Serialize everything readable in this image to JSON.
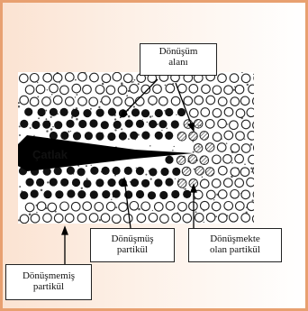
{
  "labels": {
    "transformation_zone": [
      "Dönüşüm",
      "alanı"
    ],
    "crack": "Çatlak",
    "transformed_particle": [
      "Dönüşmüş",
      "partikül"
    ],
    "transforming_particle": [
      "Dönüşmekte",
      "olan partikül"
    ],
    "untransformed_particle": [
      "Dönüşmemiş",
      "partikül"
    ]
  },
  "icons": [
    "open-circle-particle",
    "black-dot-particle",
    "hatched-particle",
    "crack-wedge"
  ],
  "colors": {
    "frame_border": "#e8a070",
    "frame_tint": "#fbe3d2",
    "particle_dark": "#111111",
    "hatch": "#333333"
  }
}
